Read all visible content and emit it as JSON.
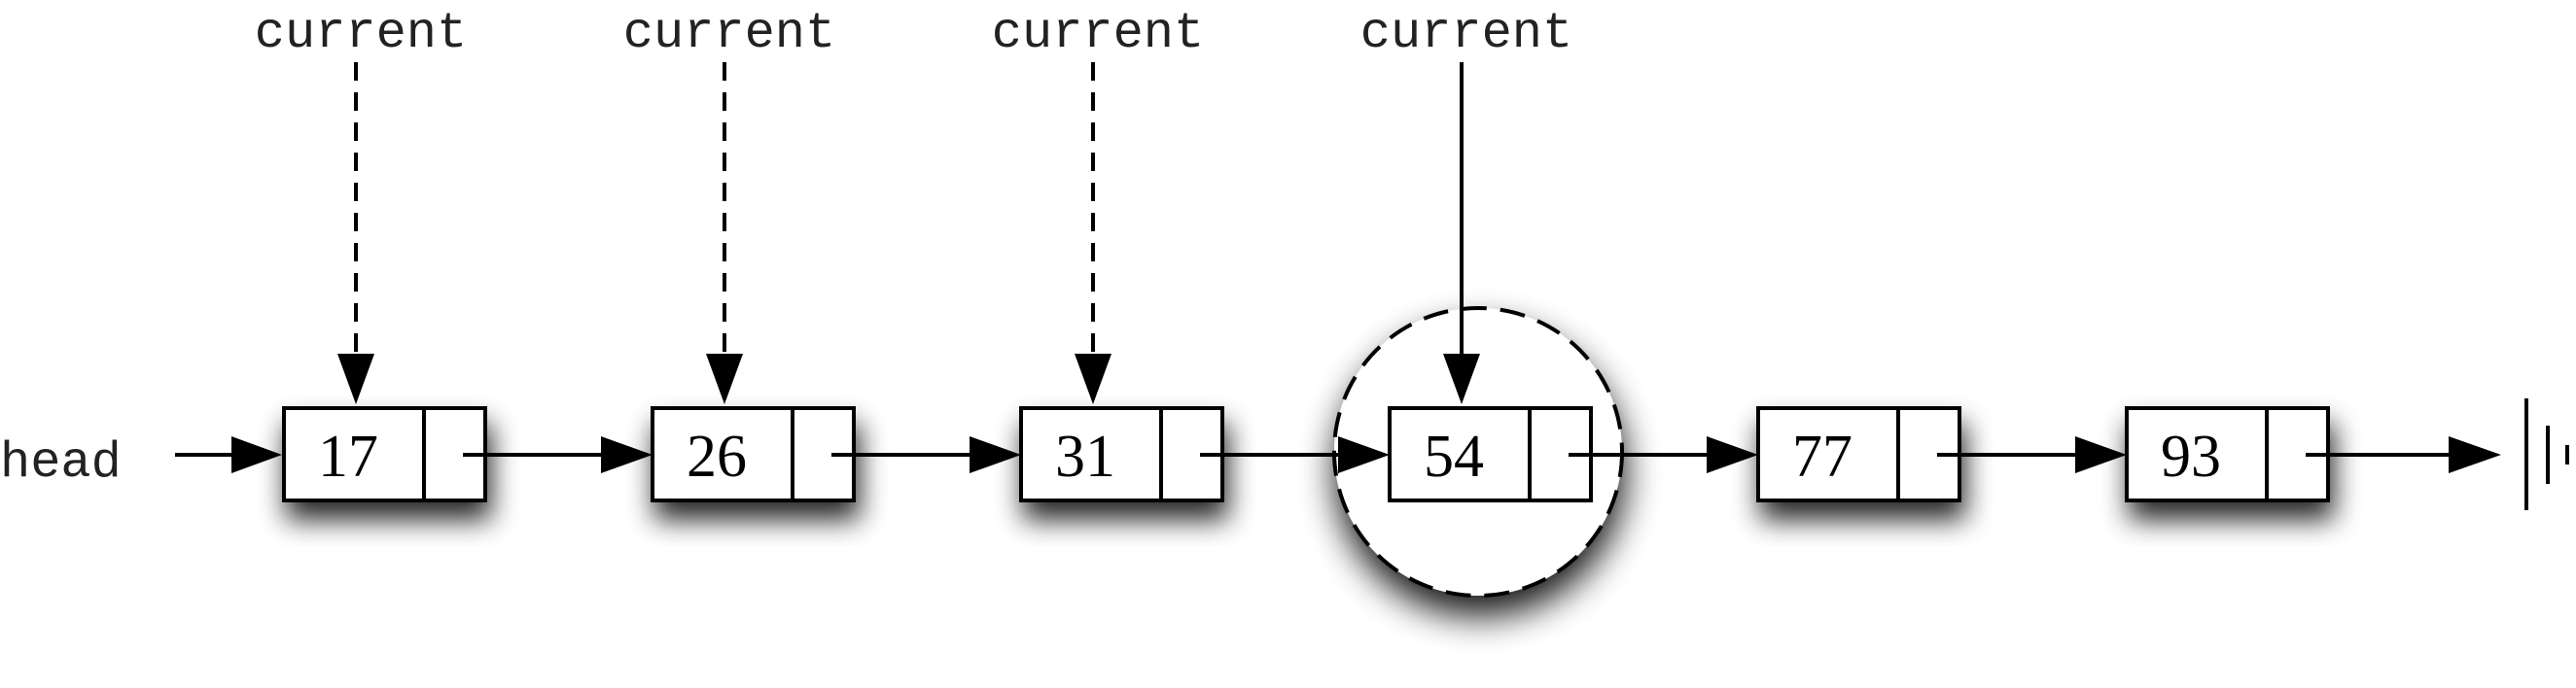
{
  "diagram": {
    "head_label": "head",
    "pointer_label": "current",
    "nodes": [
      {
        "value": "17"
      },
      {
        "value": "26"
      },
      {
        "value": "31"
      },
      {
        "value": "54"
      },
      {
        "value": "77"
      },
      {
        "value": "93"
      }
    ],
    "pointers": [
      {
        "node": 0,
        "style": "dashed"
      },
      {
        "node": 1,
        "style": "dashed"
      },
      {
        "node": 2,
        "style": "dashed"
      },
      {
        "node": 3,
        "style": "solid"
      }
    ],
    "highlighted_node": 3,
    "terminator": "null (ground symbol)",
    "colors": {
      "stroke": "#000000",
      "fill": "#ffffff",
      "shadow": "#000000"
    }
  }
}
